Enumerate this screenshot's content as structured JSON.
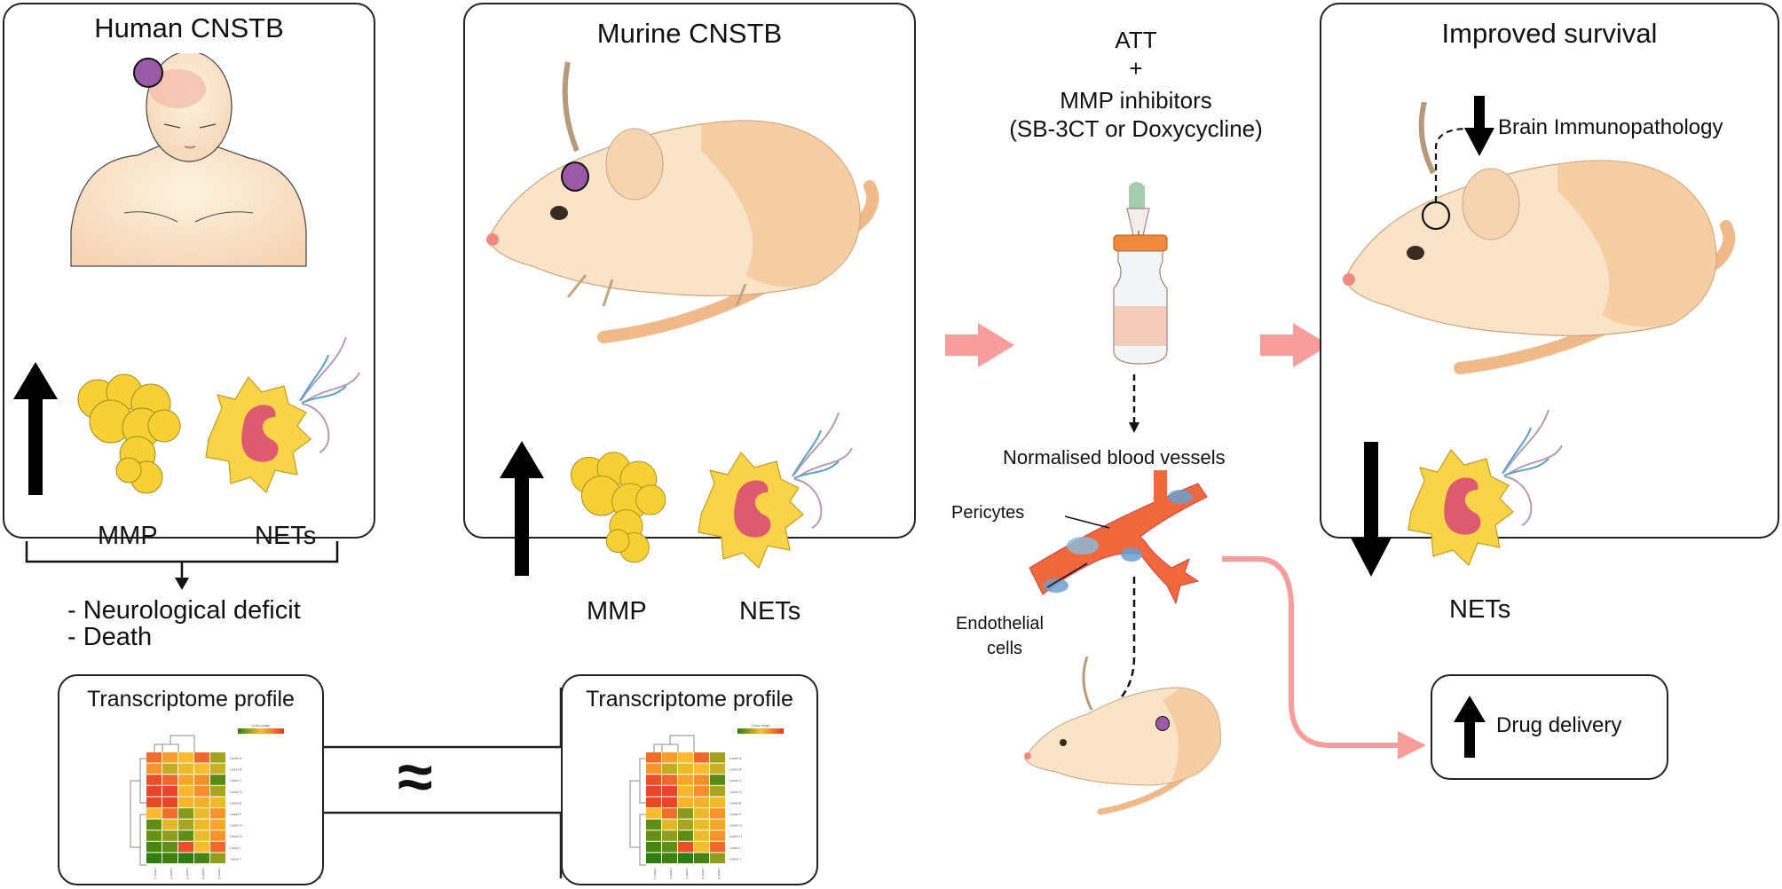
{
  "panels": {
    "human": {
      "title": "Human CNSTB",
      "markers": [
        "MMP",
        "NETs"
      ],
      "direction": "up",
      "outcomes": [
        "- Neurological deficit",
        "- Death"
      ]
    },
    "murine": {
      "title": "Murine CNSTB",
      "markers": [
        "MMP",
        "NETs"
      ],
      "direction": "up"
    },
    "treatment": {
      "line1": "ATT",
      "line2": "+",
      "line3": "MMP inhibitors",
      "line4": "(SB-3CT or Doxycycline)",
      "vessels_title": "Normalised blood vessels",
      "pericytes": "Pericytes",
      "endothelial_1": "Endothelial",
      "endothelial_2": "cells"
    },
    "survival": {
      "title": "Improved survival",
      "brain_label": "Brain Immunopathology",
      "brain_direction": "down",
      "marker": "NETs",
      "marker_direction": "down"
    },
    "drug_delivery": {
      "label": "Drug delivery",
      "direction": "up"
    }
  },
  "transcriptome": {
    "title": "Transcriptome profile",
    "similarity_symbol": "≈",
    "legend_label": "Color range",
    "row_labels": [
      "Label A",
      "Label B",
      "Label C",
      "Label D",
      "Label E",
      "Label F",
      "Label G",
      "Label H",
      "Label I",
      "Label J"
    ],
    "col_labels": [
      "Label 1",
      "Label 2",
      "Label 3",
      "Label 4",
      "Label 5"
    ],
    "colors": {
      "high": "#e8382b",
      "mid": "#fbc02d",
      "low": "#2e7d0f"
    },
    "matrix": [
      [
        0.8,
        0.62,
        0.52,
        0.82,
        0.28
      ],
      [
        0.66,
        0.36,
        0.46,
        0.52,
        0.38
      ],
      [
        0.92,
        0.82,
        0.6,
        0.68,
        0.1
      ],
      [
        0.96,
        0.96,
        0.54,
        0.68,
        0.3
      ],
      [
        0.94,
        0.96,
        0.54,
        0.56,
        0.46
      ],
      [
        0.52,
        0.8,
        0.22,
        0.46,
        0.66
      ],
      [
        0.12,
        0.44,
        0.3,
        0.46,
        0.6
      ],
      [
        0.14,
        0.24,
        0.12,
        0.46,
        0.66
      ],
      [
        0.06,
        0.12,
        0.92,
        0.52,
        0.82
      ],
      [
        0.0,
        0.04,
        0.0,
        0.06,
        0.24
      ]
    ]
  },
  "colors": {
    "flow_arrow": "#f99c9c",
    "brain_marker": "#9b5aa5",
    "outline": "#222222"
  }
}
